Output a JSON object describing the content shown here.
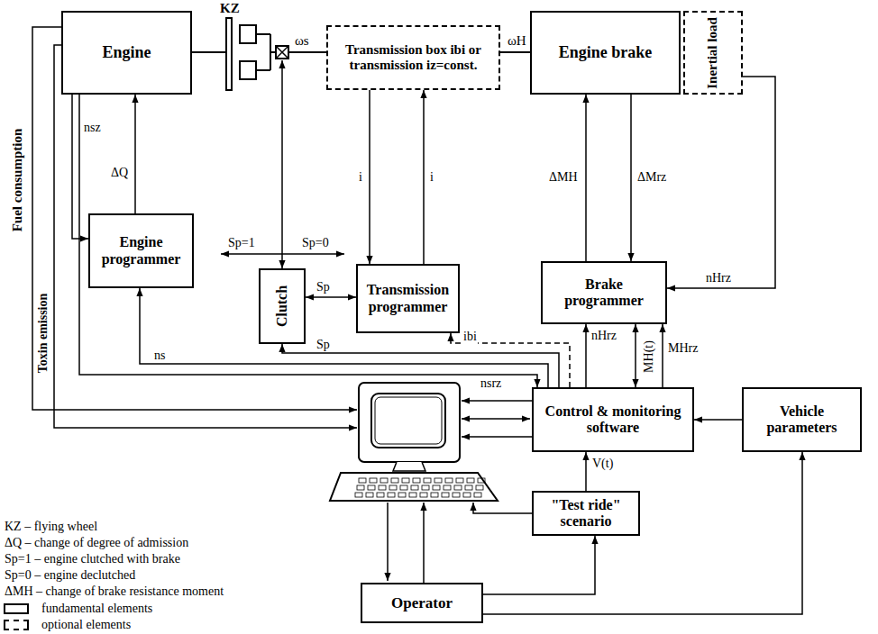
{
  "diagram": {
    "nodes": [
      {
        "text": [
          "Engine"
        ]
      },
      {
        "text": [
          "Transmission box ibi or transmission iz=const."
        ]
      },
      {
        "text": [
          "Engine brake"
        ]
      },
      {
        "text": [
          "Inertial load"
        ]
      },
      {
        "text": [
          "Engine programmer"
        ]
      },
      {
        "text": [
          "Clutch"
        ]
      },
      {
        "text": [
          "Transmission programmer"
        ]
      },
      {
        "text": [
          "Brake programmer"
        ]
      },
      {
        "text": [
          "Control & monitoring software"
        ]
      },
      {
        "text": [
          "Vehicle parameters"
        ]
      },
      {
        "text": [
          "\"Test ride\" scenario"
        ]
      },
      {
        "text": [
          "Operator"
        ]
      }
    ],
    "edges": [
      {
        "from": 4,
        "to": 0,
        "arrow": "to",
        "label": "ΔQ"
      },
      {
        "from": 0,
        "to": 4,
        "arrow": "to",
        "label": "nsz"
      },
      {
        "from": 5,
        "to": 6,
        "arrow": "both",
        "label": "Sp"
      },
      {
        "from": 1,
        "to": 6,
        "arrow": "to",
        "label": "i"
      },
      {
        "from": 6,
        "to": 1,
        "arrow": "to",
        "label": "i"
      },
      {
        "from": 7,
        "to": 2,
        "arrow": "to",
        "label": "ΔMH"
      },
      {
        "from": 2,
        "to": 7,
        "arrow": "to",
        "label": "ΔMrz"
      },
      {
        "from": 3,
        "to": 7,
        "arrow": "to",
        "label": "nHrz"
      },
      {
        "from": 8,
        "to": 7,
        "arrow": "to",
        "label": "nHrz"
      },
      {
        "from": 8,
        "to": 7,
        "arrow": "both",
        "label": "MH(t)"
      },
      {
        "from": 8,
        "to": 7,
        "arrow": "to",
        "label": "MHrz"
      },
      {
        "from": 8,
        "to": 4,
        "arrow": "to",
        "label": "ns"
      },
      {
        "from": 8,
        "to": 5,
        "arrow": "to",
        "label": "Sp"
      },
      {
        "from": 8,
        "to": 6,
        "arrow": "to",
        "label": "ibi"
      },
      {
        "from": 0,
        "to": 8,
        "arrow": "to",
        "label": "nsrz"
      },
      {
        "from": 9,
        "to": 8,
        "arrow": "to"
      },
      {
        "from": 10,
        "to": 8,
        "arrow": "to",
        "label": "V(t)"
      },
      {
        "from": 11,
        "to": 10,
        "arrow": "to"
      },
      {
        "from": 11,
        "to": 9,
        "arrow": "to"
      }
    ],
    "labels": [
      "KZ",
      "ωs",
      "ωH",
      "Sp=1",
      "Sp=0",
      "Fuel consumption",
      "Toxin emission",
      "KZ – flying wheel",
      "ΔQ – change of degree of admission",
      "Sp=1 – engine clutched with brake",
      "Sp=0 – engine declutched",
      "ΔMH – change of brake resistance moment"
    ],
    "legend": [
      {
        "text": "fundamental elements"
      },
      {
        "text": "optional elements"
      }
    ]
  }
}
